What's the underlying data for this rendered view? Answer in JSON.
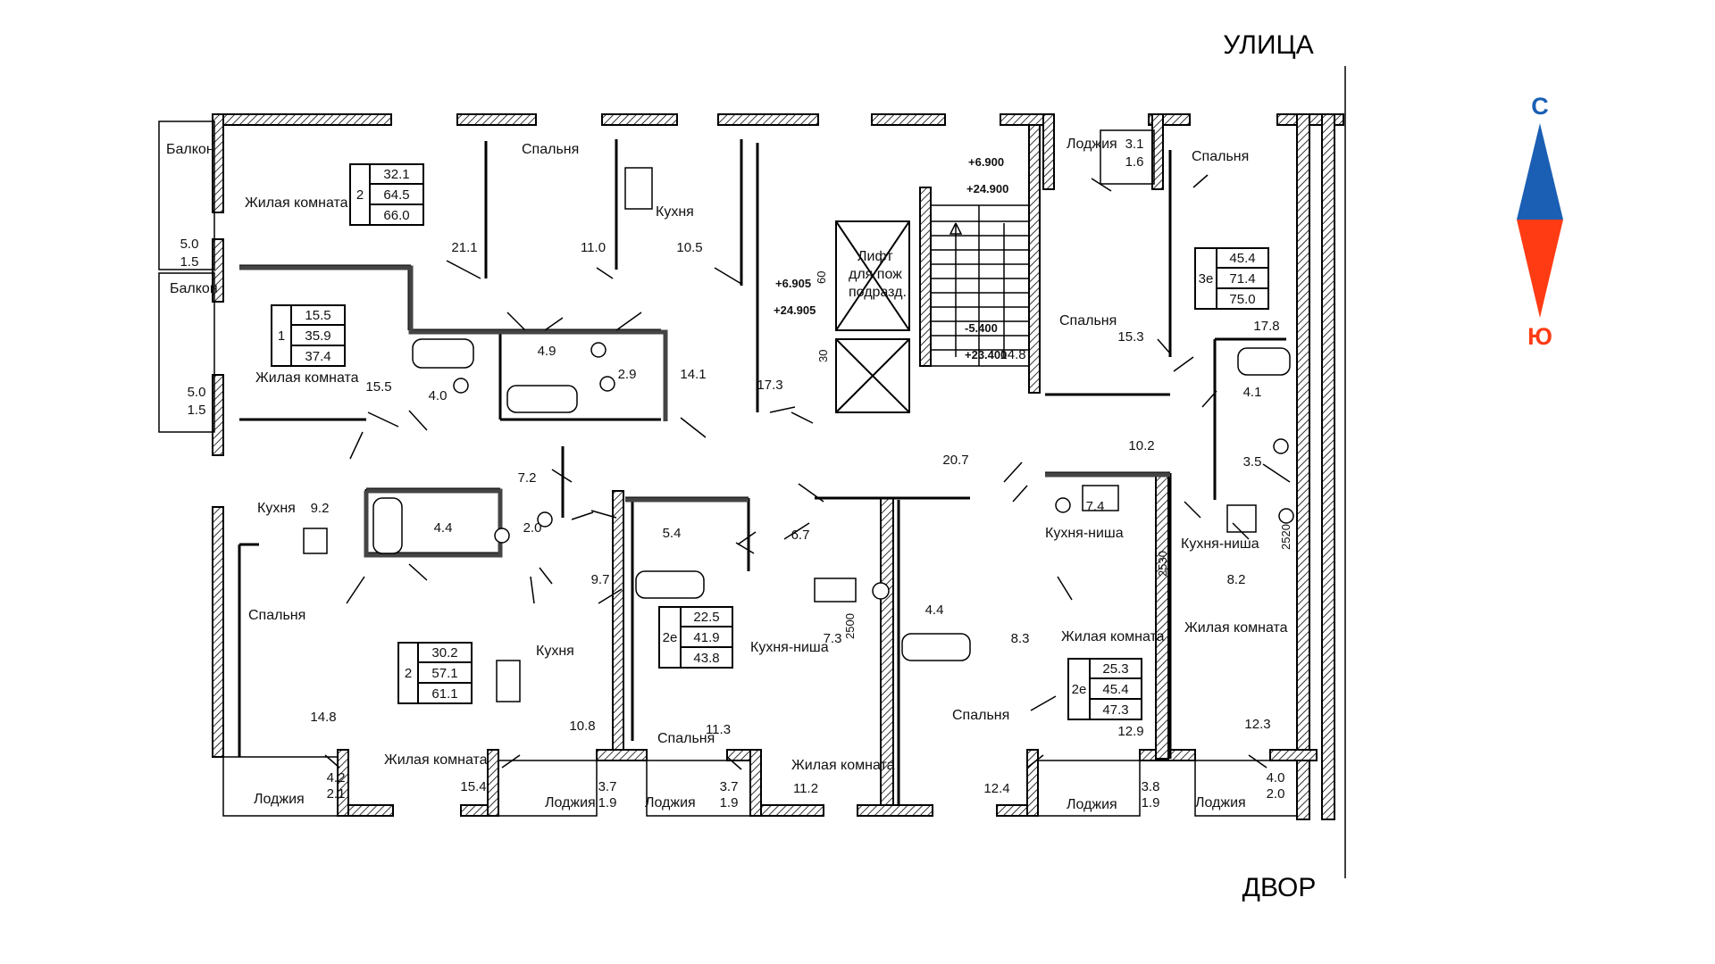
{
  "street_label": "УЛИЦА",
  "yard_label": "ДВОР",
  "compass": {
    "north": "С",
    "south": "Ю",
    "north_color": "#1a5fb4",
    "south_color": "#ff3b14"
  },
  "apartments": [
    {
      "rooms": "2",
      "values": [
        "32.1",
        "64.5",
        "66.0"
      ]
    },
    {
      "rooms": "1",
      "values": [
        "15.5",
        "35.9",
        "37.4"
      ]
    },
    {
      "rooms": "2",
      "values": [
        "30.2",
        "57.1",
        "61.1"
      ]
    },
    {
      "rooms": "2е",
      "values": [
        "22.5",
        "41.9",
        "43.8"
      ]
    },
    {
      "rooms": "2е",
      "values": [
        "25.3",
        "45.4",
        "47.3"
      ]
    },
    {
      "rooms": "3е",
      "values": [
        "45.4",
        "71.4",
        "75.0"
      ]
    }
  ],
  "rooms": {
    "balcony": "Балкон",
    "living": "Жилая комната",
    "bedroom": "Спальня",
    "kitchen": "Кухня",
    "kitchen_niche": "Кухня-ниша",
    "loggia": "Лоджия",
    "lift_1": "Лифт",
    "lift_2": "для пож",
    "lift_3": "подразд."
  },
  "levels": {
    "a_top": "+6.900",
    "a_bot": "+24.900",
    "b_top": "+6.905",
    "b_bot": "+24.905",
    "c_top": "-5.400",
    "c_bot": "+23.400",
    "dim_60": "60",
    "dim_30": "30",
    "dim_2530": "2530",
    "dim_2500": "2500",
    "dim_2520": "2520"
  },
  "areas": [
    "5.0",
    "1.5",
    "5.0",
    "1.5",
    "21.1",
    "11.0",
    "10.5",
    "15.5",
    "4.0",
    "4.9",
    "2.9",
    "14.1",
    "17.3",
    "14.8",
    "3.1",
    "1.6",
    "15.3",
    "17.8",
    "4.1",
    "3.5",
    "10.2",
    "20.7",
    "7.2",
    "9.2",
    "4.4",
    "2.0",
    "5.4",
    "6.7",
    "9.7",
    "7.4",
    "8.2",
    "7.3",
    "4.4",
    "8.3",
    "10.8",
    "11.3",
    "14.8",
    "11.2",
    "12.9",
    "12.3",
    "15.4",
    "12.4",
    "4.2",
    "2.1",
    "3.7",
    "1.9",
    "3.7",
    "1.9",
    "3.8",
    "1.9",
    "4.0",
    "2.0"
  ]
}
